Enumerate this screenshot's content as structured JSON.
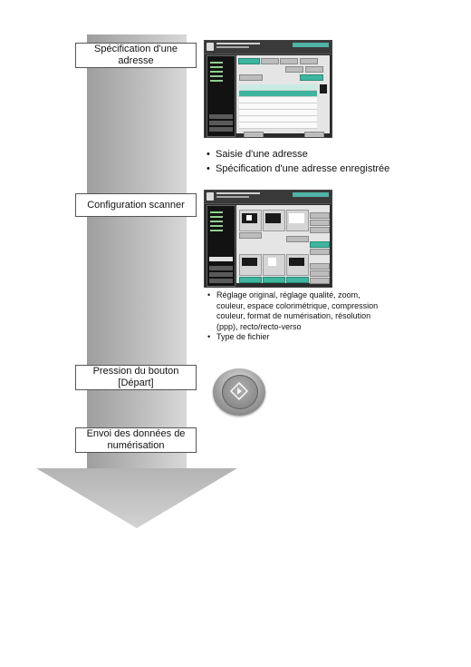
{
  "steps": [
    {
      "label": "Spécification d'une adresse"
    },
    {
      "label": "Configuration scanner"
    },
    {
      "label": "Pression du bouton [Départ]"
    },
    {
      "label": "Envoi des données de numérisation"
    }
  ],
  "address_bullets": [
    "Saisie d'une adresse",
    "Spécification d'une adresse enregistrée"
  ],
  "scanner_bullets": [
    "Réglage original, réglage qualité, zoom, couleur, espace colorimétrique, compression couleur, format de numérisation, résolution (ppp), recto/recto-verso",
    "Type de fichier"
  ],
  "colors": {
    "arrow": "#b4b4b4",
    "accent": "#3fb59f"
  },
  "icons": [
    "start-button-icon",
    "diamond-start-icon"
  ]
}
